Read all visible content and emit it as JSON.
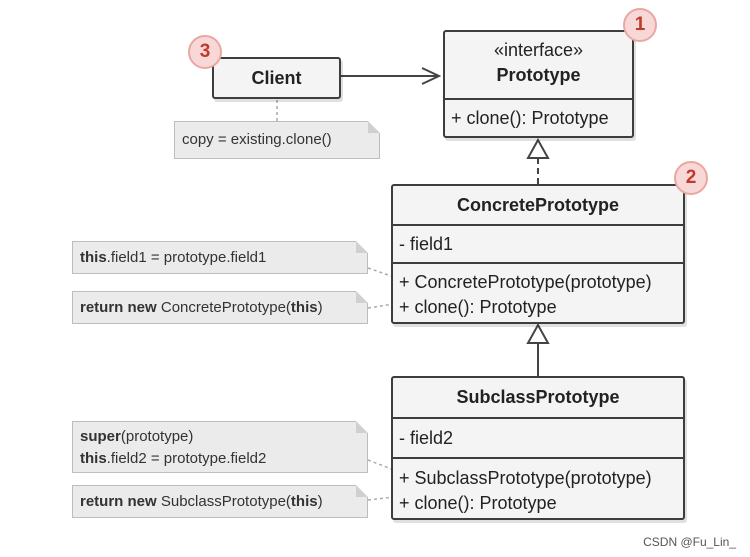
{
  "client": {
    "title": "Client",
    "badge": "3",
    "note": "copy = existing.clone()"
  },
  "prototype": {
    "stereotype": "«interface»",
    "title": "Prototype",
    "badge": "1",
    "methods": [
      "+ clone(): Prototype"
    ]
  },
  "concrete": {
    "title": "ConcretePrototype",
    "badge": "2",
    "fields": [
      "- field1"
    ],
    "methods": [
      "+ ConcretePrototype(prototype)",
      "+ clone(): Prototype"
    ],
    "note1": {
      "kw": "this",
      "rest": ".field1 = prototype.field1"
    },
    "note2": {
      "kw": "return new",
      "mid": " ConcretePrototype(",
      "kw2": "this",
      "end": ")"
    }
  },
  "subclass": {
    "title": "SubclassPrototype",
    "fields": [
      "- field2"
    ],
    "methods": [
      "+ SubclassPrototype(prototype)",
      "+ clone(): Prototype"
    ],
    "note1": {
      "kw1": "super",
      "rest1": "(prototype)",
      "kw2": "this",
      "rest2": ".field2 = prototype.field2"
    },
    "note2": {
      "kw": "return new",
      "mid": " SubclassPrototype(",
      "kw2": "this",
      "end": ")"
    }
  },
  "watermark": "CSDN @Fu_Lin_"
}
